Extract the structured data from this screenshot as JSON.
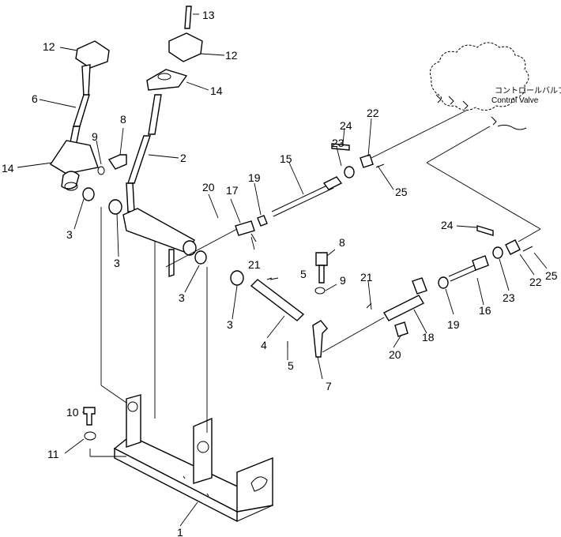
{
  "diagram": {
    "control_valve_label_jp": "コントロールバルブ",
    "control_valve_label_en": "Control Valve",
    "callouts": [
      "1",
      "2",
      "3",
      "4",
      "5",
      "6",
      "7",
      "8",
      "9",
      "10",
      "11",
      "12",
      "13",
      "14",
      "15",
      "16",
      "17",
      "18",
      "19",
      "20",
      "21",
      "22",
      "23",
      "24",
      "25"
    ]
  },
  "labels": {
    "n1": "1",
    "n2": "2",
    "n3a": "3",
    "n3b": "3",
    "n3c": "3",
    "n3d": "3",
    "n4": "4",
    "n5a": "5",
    "n5b": "5",
    "n6": "6",
    "n7": "7",
    "n8a": "8",
    "n8b": "8",
    "n9a": "9",
    "n9b": "9",
    "n10": "10",
    "n11": "11",
    "n12a": "12",
    "n12b": "12",
    "n13": "13",
    "n14a": "14",
    "n14b": "14",
    "n15": "15",
    "n16": "16",
    "n17": "17",
    "n18": "18",
    "n19a": "19",
    "n19b": "19",
    "n20a": "20",
    "n20b": "20",
    "n21a": "21",
    "n21b": "21",
    "n22a": "22",
    "n22b": "22",
    "n23a": "23",
    "n23b": "23",
    "n24a": "24",
    "n24b": "24",
    "n25a": "25",
    "n25b": "25"
  }
}
